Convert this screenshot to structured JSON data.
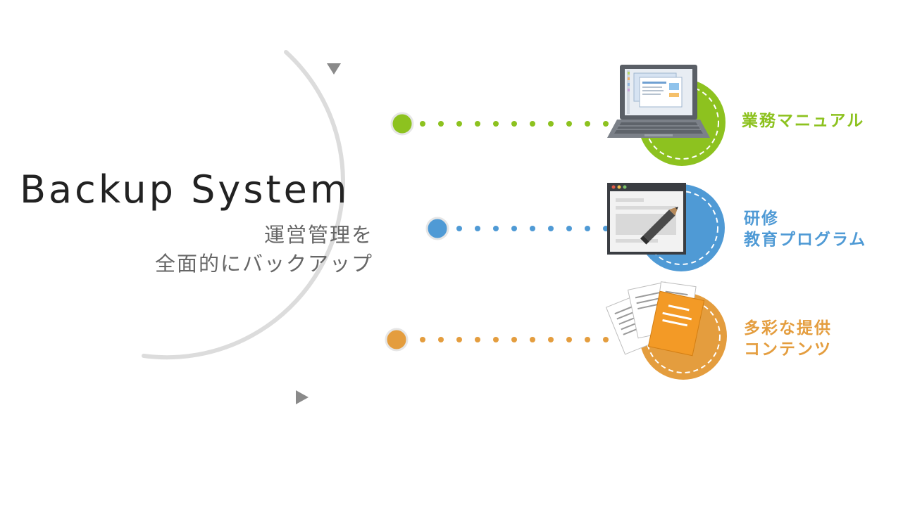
{
  "title": "Backup System",
  "subtitle": [
    "運営管理を",
    "全面的にバックアップ"
  ],
  "items": [
    {
      "lines": [
        "業務マニュアル"
      ],
      "color": "#8dc21f",
      "icon": "laptop-icon"
    },
    {
      "lines": [
        "研修",
        "教育プログラム"
      ],
      "color": "#4f9ad5",
      "icon": "whiteboard-pencil-icon"
    },
    {
      "lines": [
        "多彩な提供",
        "コンテンツ"
      ],
      "color": "#e49d3e",
      "icon": "documents-icon"
    }
  ],
  "colors": {
    "arc": "#dcdcdc",
    "arrow": "#8a8a8a",
    "title": "#222222",
    "subtitle": "#666666"
  }
}
